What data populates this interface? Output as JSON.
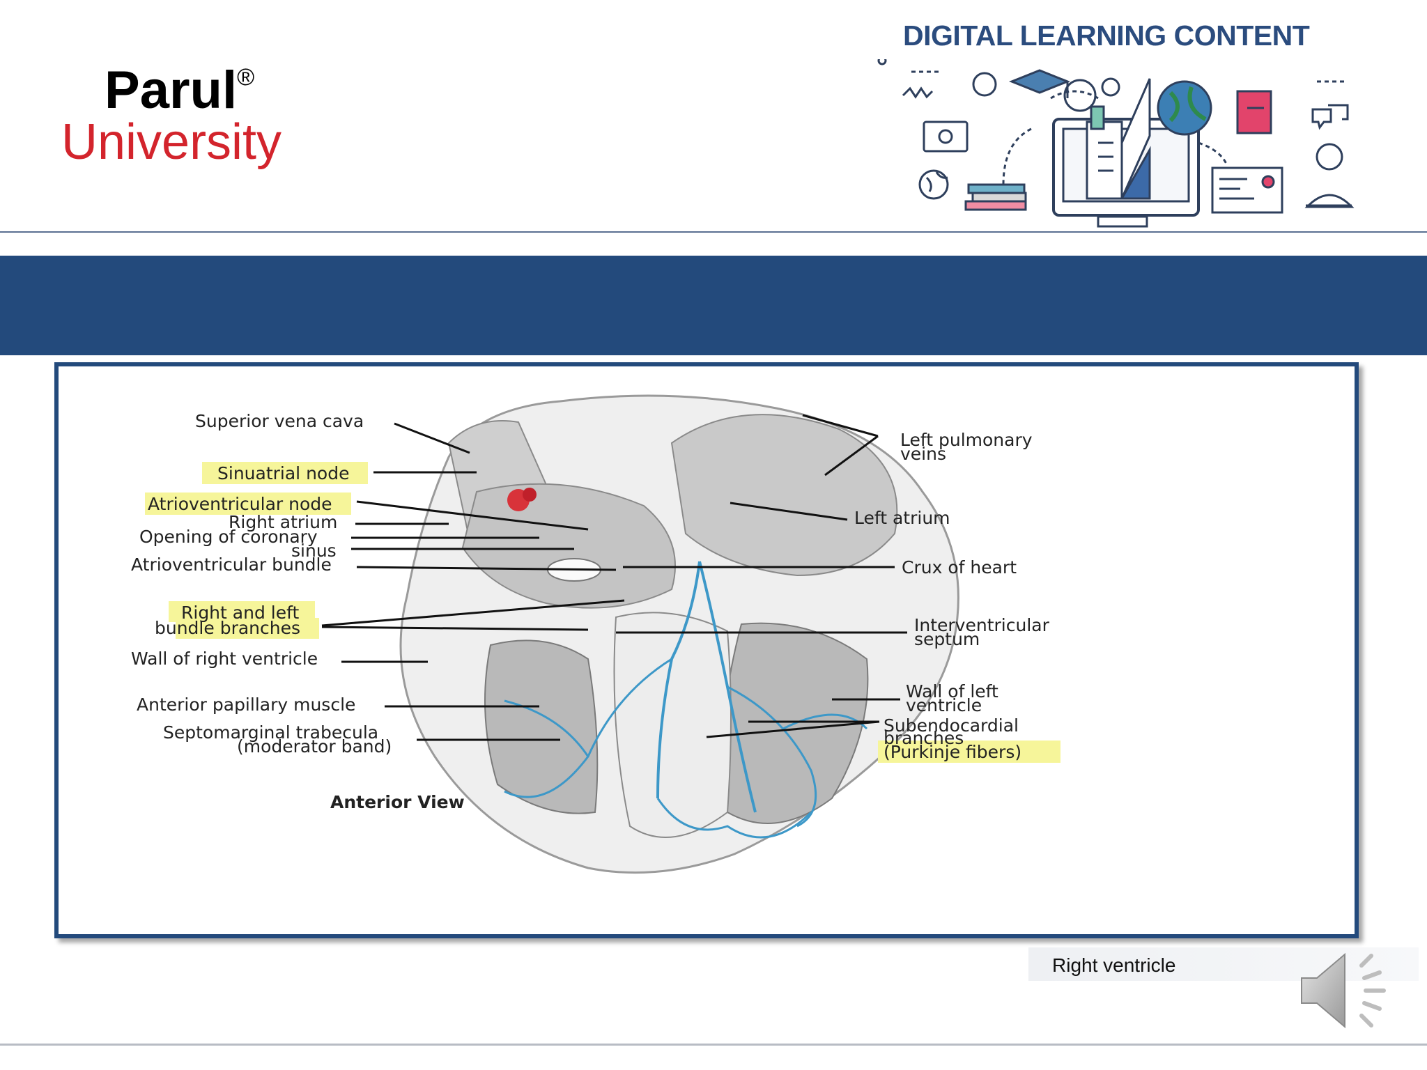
{
  "header": {
    "logo_name": "Parul",
    "logo_registered": "®",
    "logo_subname": "University",
    "banner_title": "DIGITAL LEARNING CONTENT"
  },
  "figure": {
    "labels_left": {
      "superior_vena_cava": "Superior vena cava",
      "sinuatrial_node": "Sinuatrial node",
      "atrioventricular_node": "Atrioventricular node",
      "right_atrium": "Right atrium",
      "opening_coronary_1": "Opening of coronary",
      "opening_coronary_2": "sinus",
      "av_bundle": "Atrioventricular bundle",
      "bundle_branches_1": "Right and left",
      "bundle_branches_2": "bundle branches",
      "wall_right_ventricle": "Wall of right ventricle",
      "anterior_papillary": "Anterior papillary muscle",
      "septomarginal_1": "Septomarginal trabecula",
      "septomarginal_2": "(moderator band)"
    },
    "labels_right": {
      "left_pulmonary_1": "Left pulmonary",
      "left_pulmonary_2": "veins",
      "left_atrium": "Left atrium",
      "crux": "Crux of heart",
      "iv_septum_1": "Interventricular",
      "iv_septum_2": "septum",
      "wall_left_1": "Wall of left",
      "wall_left_2": "ventricle",
      "subendo_1": "Subendocardial",
      "subendo_2": "branches",
      "subendo_3": "(Purkinje fibers)"
    },
    "view_caption": "Anterior View",
    "highlight_color": "#f6f59a",
    "conduction_color": "#3d98c8"
  },
  "caption": {
    "text": "Right ventricle"
  },
  "colors": {
    "brand_blue": "#234a7c",
    "brand_red": "#d3242c"
  }
}
